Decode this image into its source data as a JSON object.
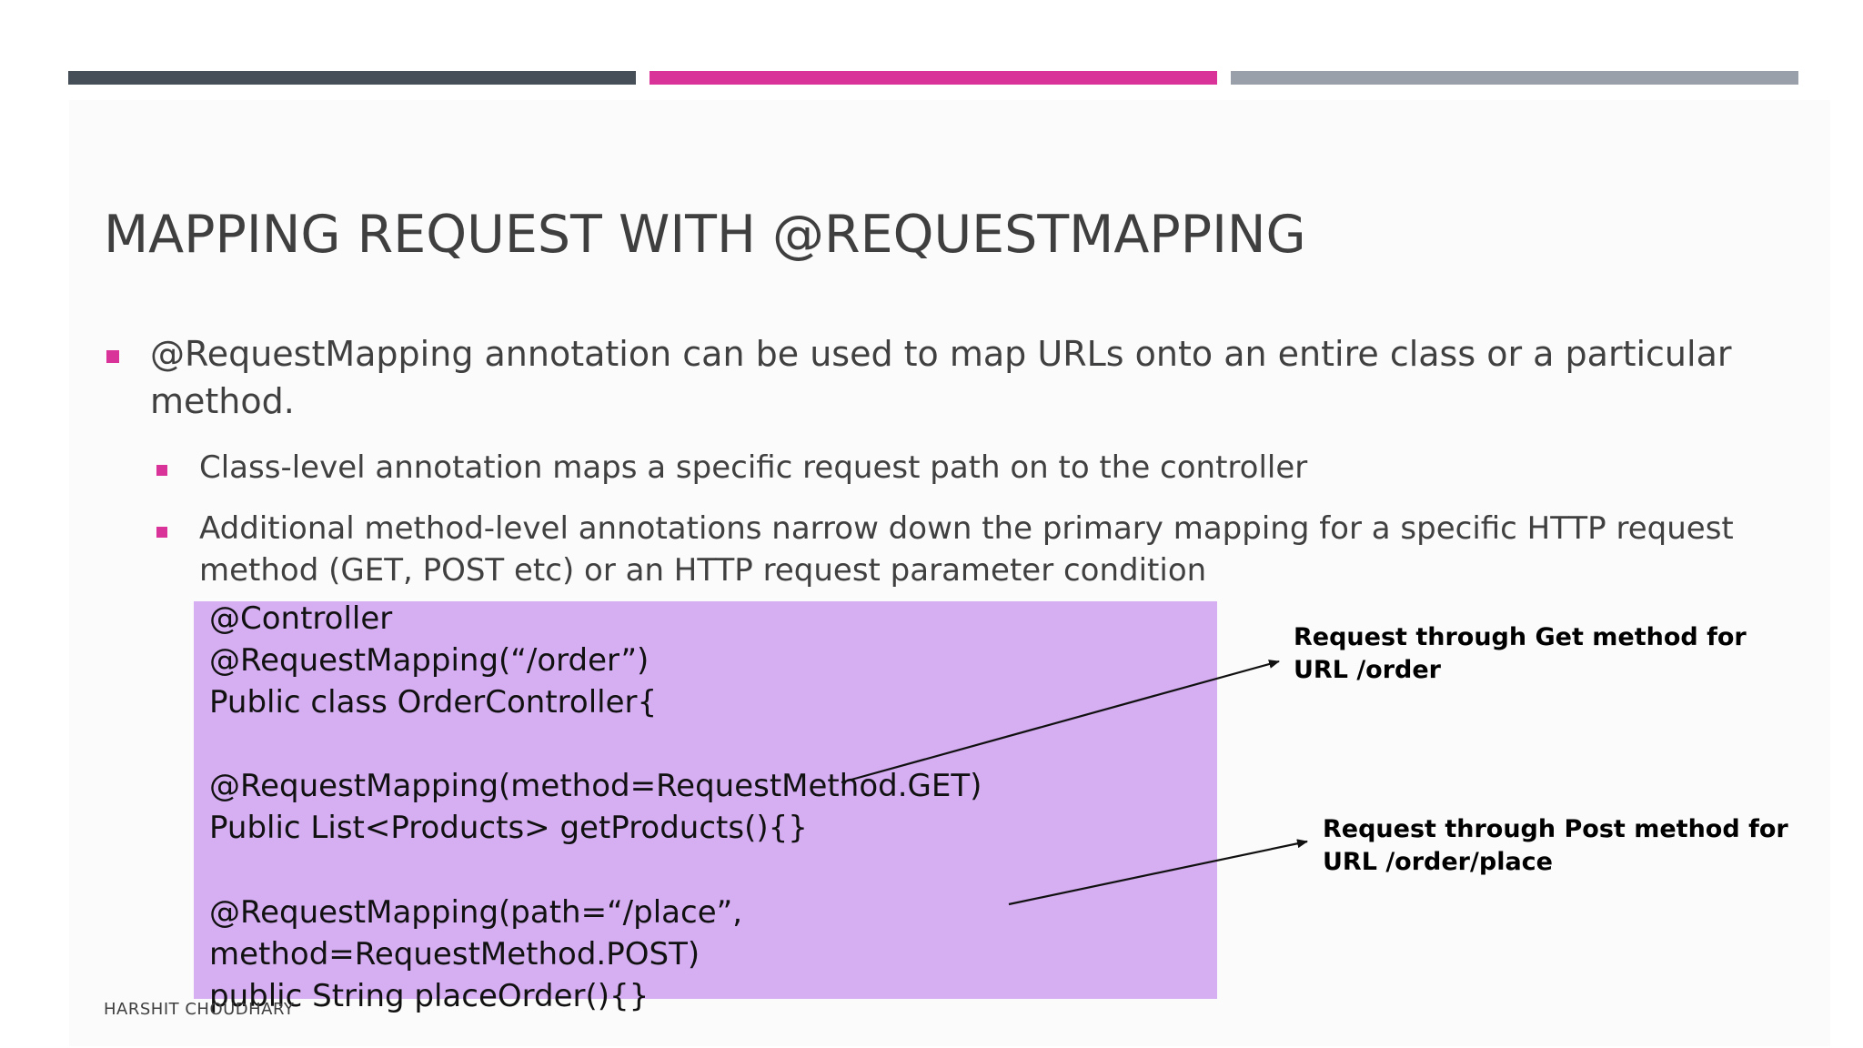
{
  "colors": {
    "bar_dark": "#464e57",
    "bar_accent": "#d9339a",
    "bar_light": "#9aa0a9",
    "bullet": "#d9339a",
    "code_bg": "#d6aef2",
    "arrow": "#111111"
  },
  "slide": {
    "title": "MAPPING REQUEST WITH @REQUESTMAPPING",
    "bullets": [
      {
        "lines": [
          "@RequestMapping annotation can be used to map URLs onto an entire class or a particular",
          "method."
        ]
      }
    ],
    "sub_bullets": [
      {
        "lines": [
          "Class-level annotation maps a specific request path on to the controller"
        ]
      },
      {
        "lines": [
          "Additional method-level annotations narrow down the primary mapping for a specific HTTP request",
          "method (GET, POST etc) or an HTTP request parameter condition"
        ]
      }
    ],
    "code_lines": [
      "@Controller",
      "@RequestMapping(“/order”)",
      "Public class OrderController{",
      "@RequestMapping(method=RequestMethod.GET)",
      "Public List<Products> getProducts(){}",
      "@RequestMapping(path=“/place”,",
      "method=RequestMethod.POST)",
      "public String placeOrder(){}"
    ],
    "annotations": [
      {
        "lines": [
          "Request through Get method for",
          "URL /order"
        ]
      },
      {
        "lines": [
          "Request through Post method for",
          "URL /order/place"
        ]
      }
    ],
    "footer": "HARSHIT CHOUDHARY"
  }
}
